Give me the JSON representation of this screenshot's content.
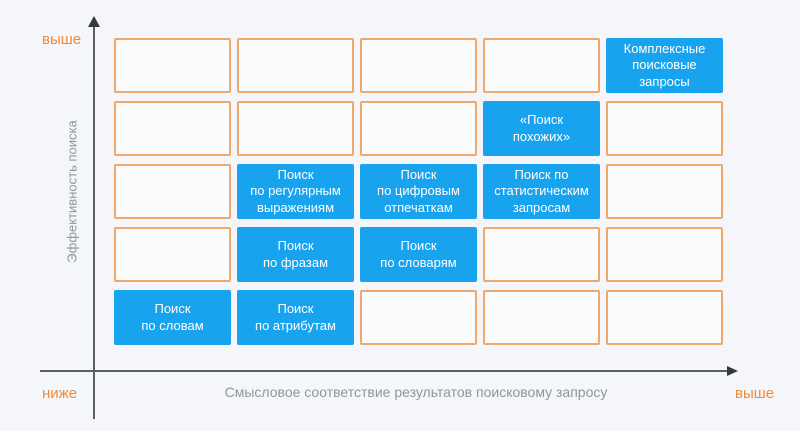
{
  "colors": {
    "blue": "#18A3EE",
    "orange_border": "#F0A96A",
    "orange_label": "#EE8B3D",
    "axis_line": "#5C6065",
    "arrowhead": "#36393D",
    "gray_text": "#8F969E",
    "background": "#F4F6F9",
    "empty_fill": "#FAFBFD"
  },
  "axes": {
    "y_title": "Эффективность поиска",
    "x_title": "Смысловое соответствие результатов поисковому запросу",
    "y_high": "выше",
    "x_low": "ниже",
    "x_high": "выше"
  },
  "grid": {
    "rows": [
      {
        "cells": [
          {
            "label": "",
            "filled": false
          },
          {
            "label": "",
            "filled": false
          },
          {
            "label": "",
            "filled": false
          },
          {
            "label": "",
            "filled": false
          },
          {
            "label": "Комплексные\nпоисковые\nзапросы",
            "filled": true
          }
        ]
      },
      {
        "cells": [
          {
            "label": "",
            "filled": false
          },
          {
            "label": "",
            "filled": false
          },
          {
            "label": "",
            "filled": false
          },
          {
            "label": "«Поиск\nпохожих»",
            "filled": true
          },
          {
            "label": "",
            "filled": false
          }
        ]
      },
      {
        "cells": [
          {
            "label": "",
            "filled": false
          },
          {
            "label": "Поиск\nпо регулярным\nвыражениям",
            "filled": true
          },
          {
            "label": "Поиск\nпо цифровым\nотпечаткам",
            "filled": true
          },
          {
            "label": "Поиск по\nстатистическим\nзапросам",
            "filled": true
          },
          {
            "label": "",
            "filled": false
          }
        ]
      },
      {
        "cells": [
          {
            "label": "",
            "filled": false
          },
          {
            "label": "Поиск\nпо фразам",
            "filled": true
          },
          {
            "label": "Поиск\nпо словарям",
            "filled": true
          },
          {
            "label": "",
            "filled": false
          },
          {
            "label": "",
            "filled": false
          }
        ]
      },
      {
        "cells": [
          {
            "label": "Поиск\nпо словам",
            "filled": true
          },
          {
            "label": "Поиск\nпо атрибутам",
            "filled": true
          },
          {
            "label": "",
            "filled": false
          },
          {
            "label": "",
            "filled": false
          },
          {
            "label": "",
            "filled": false
          }
        ]
      }
    ]
  }
}
